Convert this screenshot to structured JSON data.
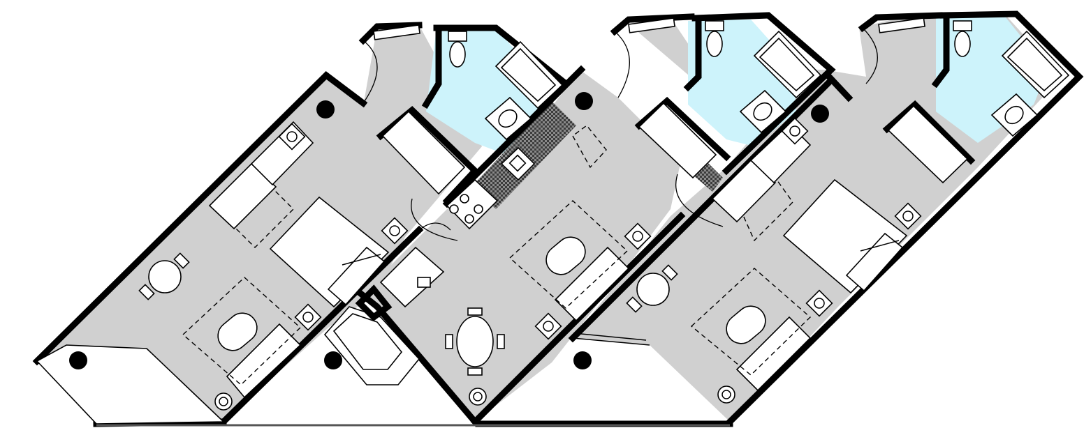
{
  "colors": {
    "floor": "#d0d0d0",
    "bath": "#cdf3fb",
    "wall": "#000000",
    "tile": "#6e6e6e",
    "furniture": "#ffffff"
  },
  "units": [
    {
      "name": "unit-left"
    },
    {
      "name": "unit-middle"
    },
    {
      "name": "unit-right-a"
    },
    {
      "name": "unit-right-b"
    }
  ],
  "icons": [
    "column-dot-icon",
    "lamp-icon",
    "toilet-icon",
    "bathtub-icon",
    "sink-icon",
    "stove-icon",
    "bed-icon",
    "sofa-icon",
    "dining-table-icon",
    "chair-icon"
  ]
}
